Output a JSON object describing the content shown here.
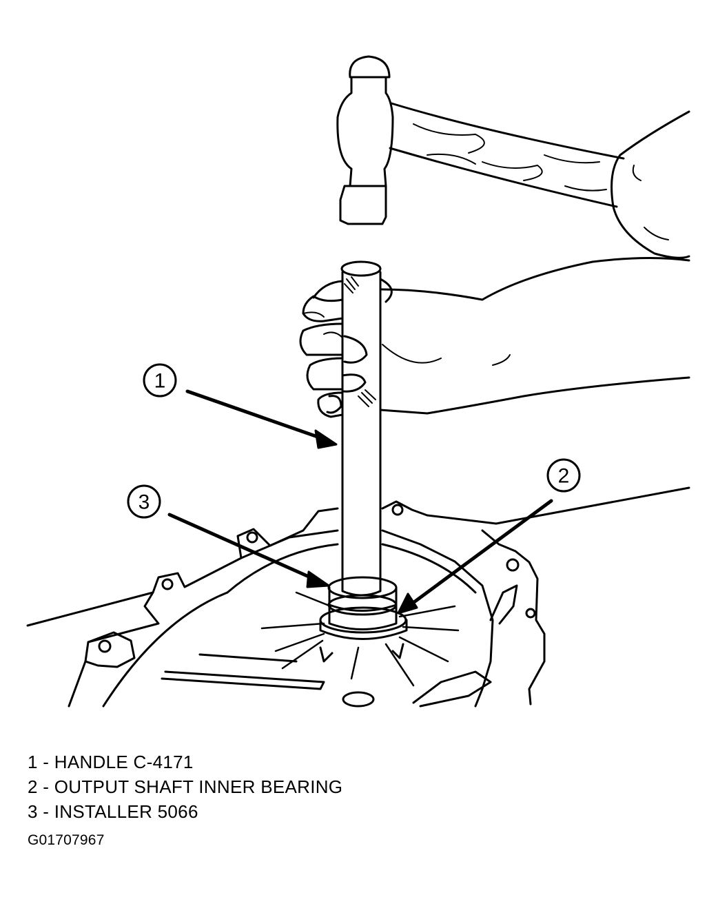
{
  "figure": {
    "callouts": [
      {
        "number": "1",
        "target": "handle"
      },
      {
        "number": "2",
        "target": "output-shaft-inner-bearing"
      },
      {
        "number": "3",
        "target": "installer"
      }
    ],
    "legend": [
      {
        "number": "1",
        "text": "1 - HANDLE C-4171"
      },
      {
        "number": "2",
        "text": "2 - OUTPUT SHAFT INNER BEARING"
      },
      {
        "number": "3",
        "text": "3 - INSTALLER 5066"
      }
    ],
    "figure_id": "G01707967"
  }
}
